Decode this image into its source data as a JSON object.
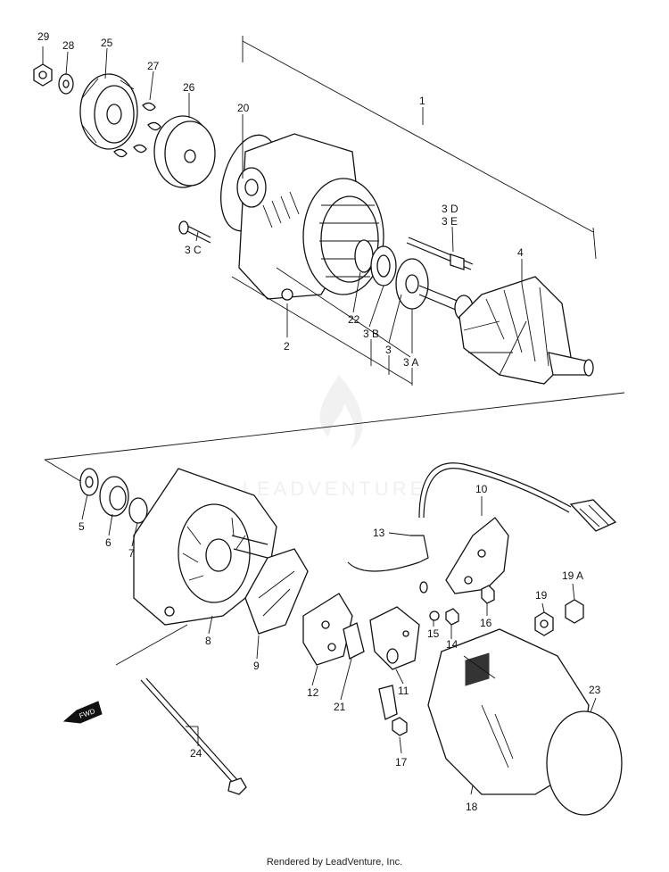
{
  "callouts": {
    "c1": "1",
    "c2": "2",
    "c3": "3",
    "c3a": "3 A",
    "c3b": "3 B",
    "c3c": "3 C",
    "c3d": "3 D",
    "c3e": "3 E",
    "c4": "4",
    "c5": "5",
    "c6": "6",
    "c7": "7",
    "c8": "8",
    "c9": "9",
    "c10": "10",
    "c11": "11",
    "c12": "12",
    "c13": "13",
    "c14": "14",
    "c15": "15",
    "c16": "16",
    "c17": "17",
    "c18": "18",
    "c19": "19",
    "c19a": "19 A",
    "c20": "20",
    "c21": "21",
    "c22": "22",
    "c23": "23",
    "c24": "24",
    "c25": "25",
    "c26": "26",
    "c27": "27",
    "c28": "28",
    "c29": "29"
  },
  "fwd_label": "FWD",
  "watermark": "LEADVENTURE",
  "footer": "Rendered by LeadVenture, Inc."
}
